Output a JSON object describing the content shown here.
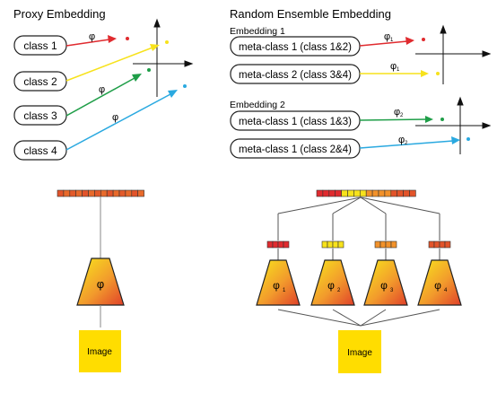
{
  "left": {
    "title": "Proxy Embedding",
    "classes": [
      "class 1",
      "class 2",
      "class 3",
      "class 4"
    ],
    "phi": "φ",
    "image": "Image"
  },
  "right": {
    "title": "Random Ensemble Embedding",
    "embedding1": {
      "label": "Embedding 1",
      "items": [
        "meta-class 1 (class 1&2)",
        "meta-class 2 (class 3&4)"
      ],
      "phis": [
        "φ",
        "φ"
      ],
      "subs": [
        "1",
        "1"
      ]
    },
    "embedding2": {
      "label": "Embedding 2",
      "items": [
        "meta-class 1 (class 1&3)",
        "meta-class 1 (class 2&4)"
      ],
      "phis": [
        "φ",
        "φ"
      ],
      "subs": [
        "2",
        "2"
      ]
    },
    "networks": [
      {
        "phi": "φ",
        "sub": "1"
      },
      {
        "phi": "φ",
        "sub": "2"
      },
      {
        "phi": "φ",
        "sub": "3"
      },
      {
        "phi": "φ",
        "sub": "4"
      }
    ],
    "image": "Image"
  },
  "colors": {
    "red": "#e02b2f",
    "yellow": "#f7e21c",
    "green": "#1f9e48",
    "blue": "#2aa9e0",
    "orange": "#f2922a",
    "image": "#ffdd00"
  }
}
